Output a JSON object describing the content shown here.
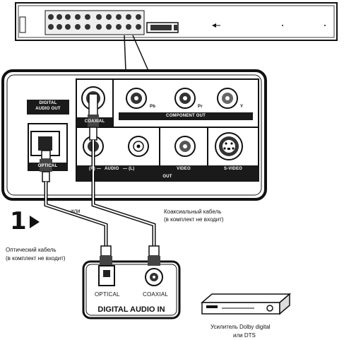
{
  "panel": {
    "digital_audio_out": "DIGITAL AUDIO OUT",
    "digital_audio_out_line1": "DIGITAL",
    "digital_audio_out_line2": "AUDIO OUT",
    "optical_port_label": "OPTICAL",
    "coaxial_port_label": "COAXIAL",
    "pb_label": "Pb",
    "pr_label": "Pr",
    "y_label": "Y",
    "component_out": "COMPONENT OUT",
    "audio_label": "AUDIO",
    "audio_r": "R",
    "audio_l": "L",
    "video_label": "VIDEO",
    "svideo_label": "S-VIDEO",
    "out_label": "OUT"
  },
  "step": {
    "number": "1",
    "or_text": "или"
  },
  "cables": {
    "coaxial_line1": "Коаксиальный кабель",
    "coaxial_line2": "(в комплект не входит)",
    "optical_line1": "Оптический кабель",
    "optical_line2": "(в комплект не входит)"
  },
  "receiver_panel": {
    "optical": "OPTICAL",
    "coaxial": "COAXIAL",
    "digital_audio_in": "DIGITAL AUDIO IN"
  },
  "amplifier": {
    "line1": "Усилитель Dolby digital",
    "line2": "или DTS"
  }
}
